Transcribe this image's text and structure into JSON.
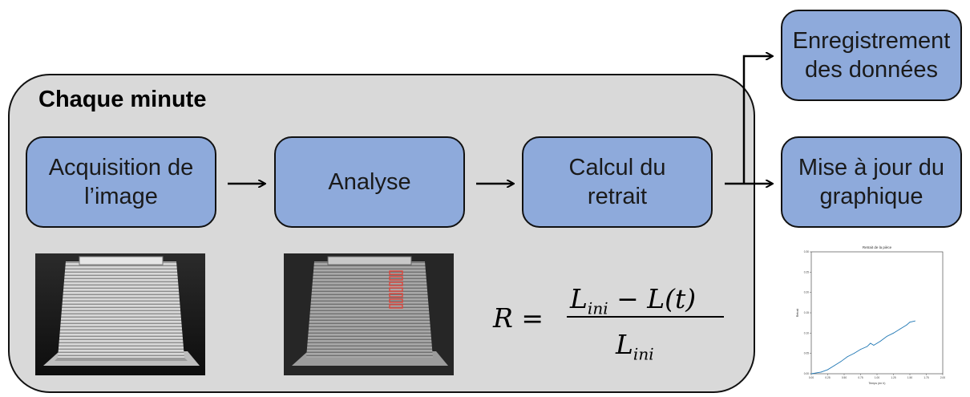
{
  "panel": {
    "title": "Chaque minute"
  },
  "steps": [
    {
      "line1": "Acquisition de",
      "line2": "l’image"
    },
    {
      "line1": "Analyse",
      "line2": ""
    },
    {
      "line1": "Calcul du",
      "line2": "retrait"
    }
  ],
  "outputs": [
    {
      "line1": "Enregistrement",
      "line2": "des données"
    },
    {
      "line1": "Mise à jour du",
      "line2": "graphique"
    }
  ],
  "formula": {
    "lhs": "R =",
    "num_main": "L",
    "num_sub": "ini",
    "num_rest": " − L(t)",
    "den_main": "L",
    "den_sub": "ini"
  },
  "colors": {
    "box_fill": "#8eaadb",
    "panel_fill": "#d9d9d9",
    "plot_line": "#1f77b4"
  },
  "chart_data": {
    "type": "line",
    "title": "Retrait de la pièce",
    "xlabel": "Temps (en h)",
    "ylabel": "Retrait",
    "xlim": [
      0,
      2.0
    ],
    "ylim": [
      0,
      0.3
    ],
    "x_ticks": [
      "0.00",
      "0.25",
      "0.50",
      "0.75",
      "1.00",
      "1.25",
      "1.50",
      "1.75",
      "2.00"
    ],
    "y_ticks": [
      "0.00",
      "0.05",
      "0.10",
      "0.15",
      "0.20",
      "0.25",
      "0.30"
    ],
    "series": [
      {
        "x": [
          0.0,
          0.15,
          0.25,
          0.35,
          0.45,
          0.55,
          0.65,
          0.75,
          0.85,
          0.9,
          0.95,
          1.05,
          1.15,
          1.25,
          1.35,
          1.45,
          1.5,
          1.58
        ],
        "y": [
          0.0,
          0.004,
          0.01,
          0.02,
          0.03,
          0.042,
          0.05,
          0.06,
          0.067,
          0.075,
          0.07,
          0.08,
          0.092,
          0.1,
          0.11,
          0.12,
          0.127,
          0.13
        ]
      }
    ]
  }
}
